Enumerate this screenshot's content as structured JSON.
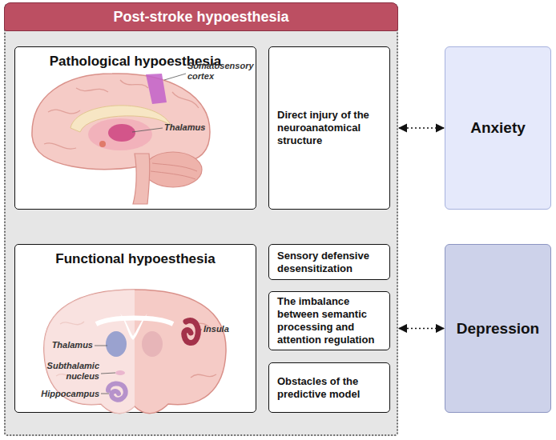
{
  "diagram": {
    "nodes": [
      {
        "text": [
          "Post-stroke hypoesthesia"
        ]
      },
      {
        "text": [
          "Pathological hypoesthesia"
        ],
        "in": 0
      },
      {
        "text": [
          "Direct injury of the neuroanatomical structure"
        ],
        "in": 0
      },
      {
        "text": [
          "Anxiety"
        ]
      },
      {
        "text": [
          "Functional hypoesthesia"
        ],
        "in": 0
      },
      {
        "text": [
          "Sensory defensive desensitization"
        ],
        "in": 0
      },
      {
        "text": [
          "The imbalance between semantic processing and attention regulation"
        ],
        "in": 0
      },
      {
        "text": [
          "Obstacles of the predictive model"
        ],
        "in": 0
      },
      {
        "text": [
          "Depression"
        ]
      }
    ],
    "edges": [
      {
        "from": 0,
        "to": 3,
        "arrow": "both"
      },
      {
        "from": 0,
        "to": 8,
        "arrow": "both"
      }
    ],
    "labels": [
      "Somatosensory cortex",
      "Thalamus",
      "Thalamus",
      "Subthalamic nucleus",
      "Hippocampus",
      "Insula"
    ]
  }
}
